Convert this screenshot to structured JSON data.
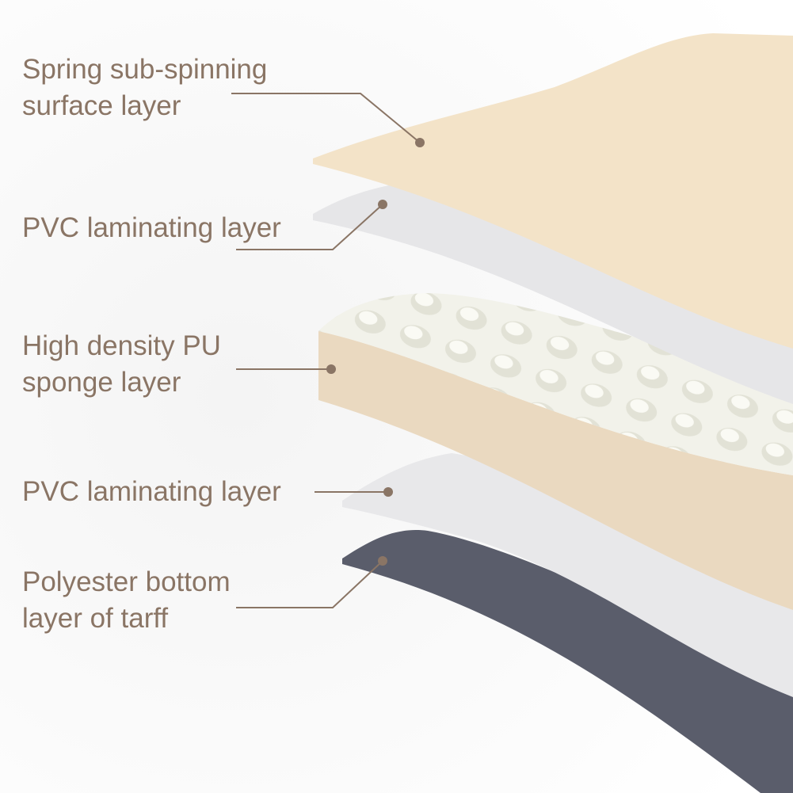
{
  "layers": [
    {
      "label_line1": "Spring sub-spinning",
      "label_line2": "surface layer",
      "color": "#f3e3c8"
    },
    {
      "label_line1": "PVC laminating layer",
      "color": "#e6e6e8"
    },
    {
      "label_line1": "High density PU",
      "label_line2": "sponge layer",
      "color": "#ead9c0"
    },
    {
      "label_line1": "PVC laminating layer",
      "color": "#e8e8ea"
    },
    {
      "label_line1": "Polyester bottom",
      "label_line2": "layer of tarff",
      "color": "#5a5d6b"
    }
  ],
  "colors": {
    "text": "#8a7565",
    "leader": "#8a7565",
    "sponge_top": "#f2f2ea"
  }
}
